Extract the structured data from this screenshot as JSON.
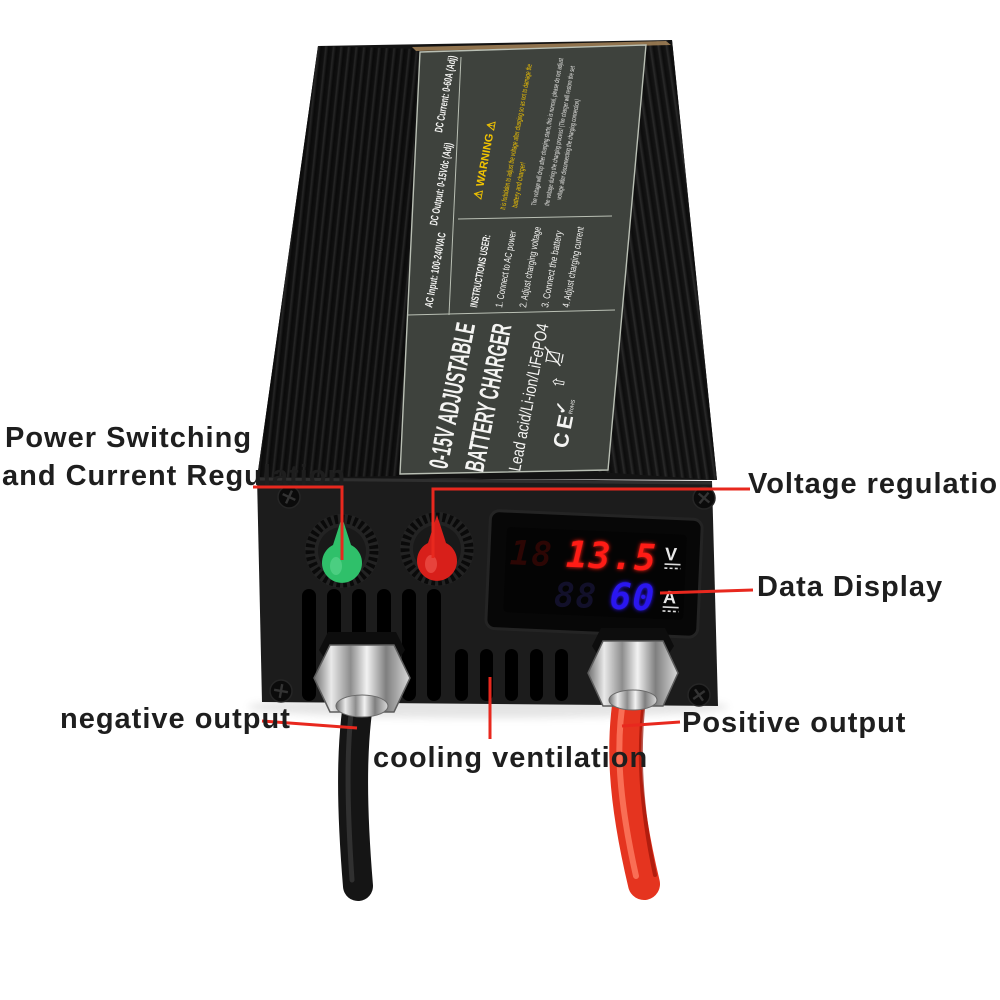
{
  "colors": {
    "annotation_line": "#e8281e",
    "knob_green": "#2fc06a",
    "knob_red": "#d81f1a",
    "cable_red": "#e5341f",
    "display_red": "#ff1d12",
    "display_blue": "#2a18f0",
    "label_yellow": "#f2c400",
    "label_panel": "#3e423d"
  },
  "charger": {
    "label": {
      "specs": [
        "AC Input: 100-240VAC",
        "DC Output: 0-15Vdc (Adj)",
        "DC Current: 0-60A (Adj)"
      ],
      "instructions_title": "INSTRUCTIONS USER:",
      "instructions": [
        "1. Connect to AC power",
        "2. Adjust charging voltage",
        "3. Connect the battery",
        "4. Adjust charging current"
      ],
      "warning_title": "⚠ WARNING ⚠",
      "warning_highlight": [
        "It is forbidden to adjust the voltage after charging so as not to damage the",
        "battery and charger!"
      ],
      "warning_body": [
        "The voltage will drop after charging starts, this is normal, please do not adjust",
        "the voltage during the charging process! (The charger will restore the set",
        "voltage after disconnecting the charging connection)"
      ],
      "title_line1": "0-15V ADJUSTABLE",
      "title_line2": "BATTERY CHARGER",
      "subtitle": "Lead acid/Li-ion/LiFePO4",
      "ce_mark": "CE",
      "rohs_check": "✓",
      "rohs_text": "RoHS",
      "arrow_icon": "⇧"
    },
    "display": {
      "voltage": "13.5",
      "voltage_ghost": "18",
      "voltage_unit": "V",
      "current": "60",
      "current_ghost": "88",
      "current_unit": "A"
    }
  },
  "annotations": {
    "power_switching_line1": "Power Switching",
    "power_switching_line2": "and Current Regulation",
    "voltage_regulation": "Voltage regulation",
    "data_display": "Data Display",
    "negative_output": "negative output",
    "cooling_ventilation": "cooling ventilation",
    "positive_output": "Positive output"
  }
}
